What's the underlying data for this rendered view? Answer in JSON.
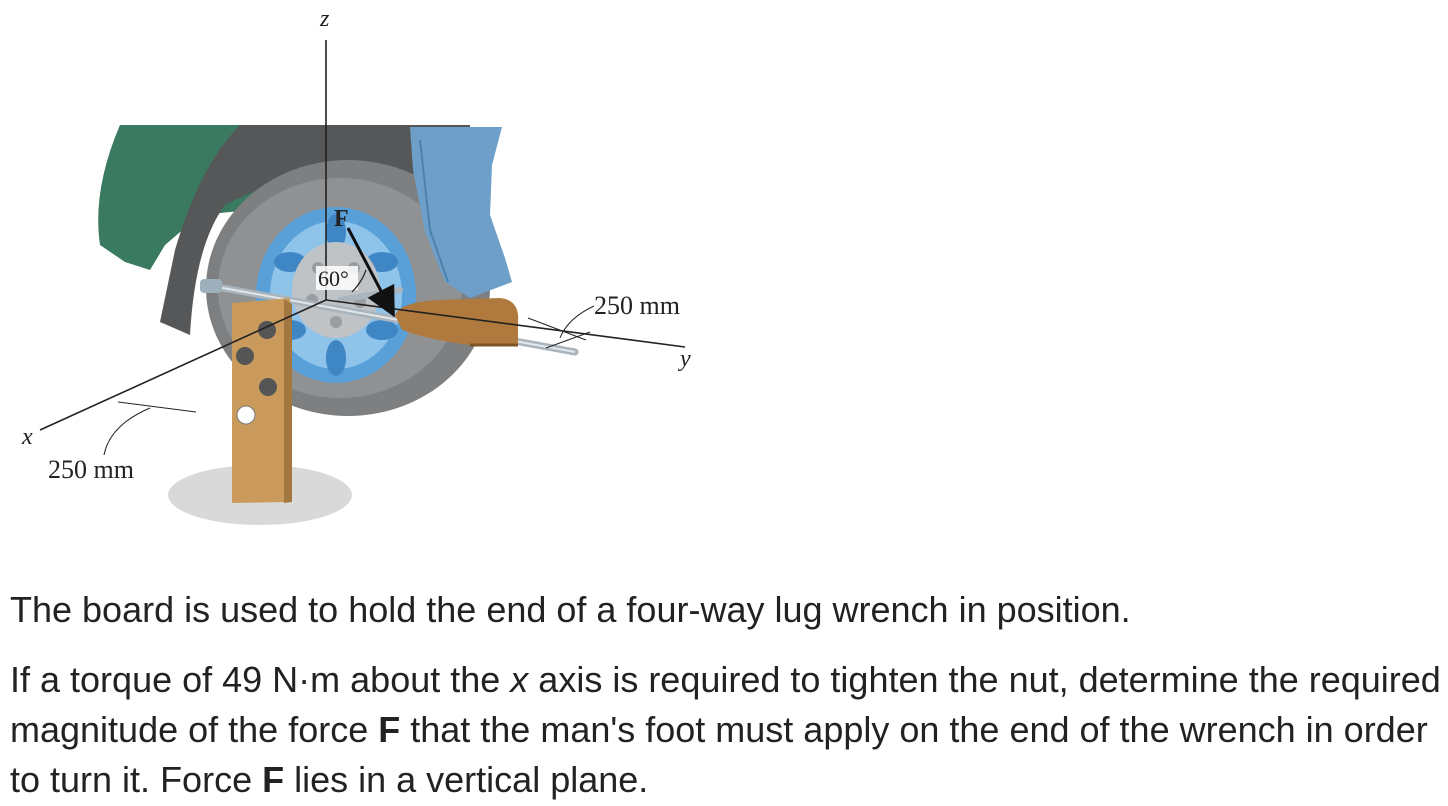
{
  "figure": {
    "axis_labels": {
      "z": "z",
      "x": "x",
      "y": "y"
    },
    "force_label": "F",
    "angle_label": "60°",
    "dim_right": "250 mm",
    "dim_left": "250 mm"
  },
  "problem": {
    "paragraph1": "The board is used to hold the end of a four-way lug wrench in position.",
    "p2_part1": "If a torque of 49 N·m about the ",
    "p2_var_x": "x",
    "p2_part2": " axis is required to tighten the nut, determine the required magnitude of the force ",
    "p2_force_1": "F",
    "p2_part3": " that the man's foot must apply on the end of the wrench in order to turn it. Force ",
    "p2_force_2": "F",
    "p2_part4": " lies in a vertical plane."
  },
  "colors": {
    "car_body": "#3a7a60",
    "fender": "#5a5a5a",
    "tire": "#7d7f81",
    "rim": "#5aa0d8",
    "jeans": "#6d9fc8",
    "shoe": "#b07a3e",
    "board": "#c99a5c",
    "force_arrow": "#111111"
  }
}
